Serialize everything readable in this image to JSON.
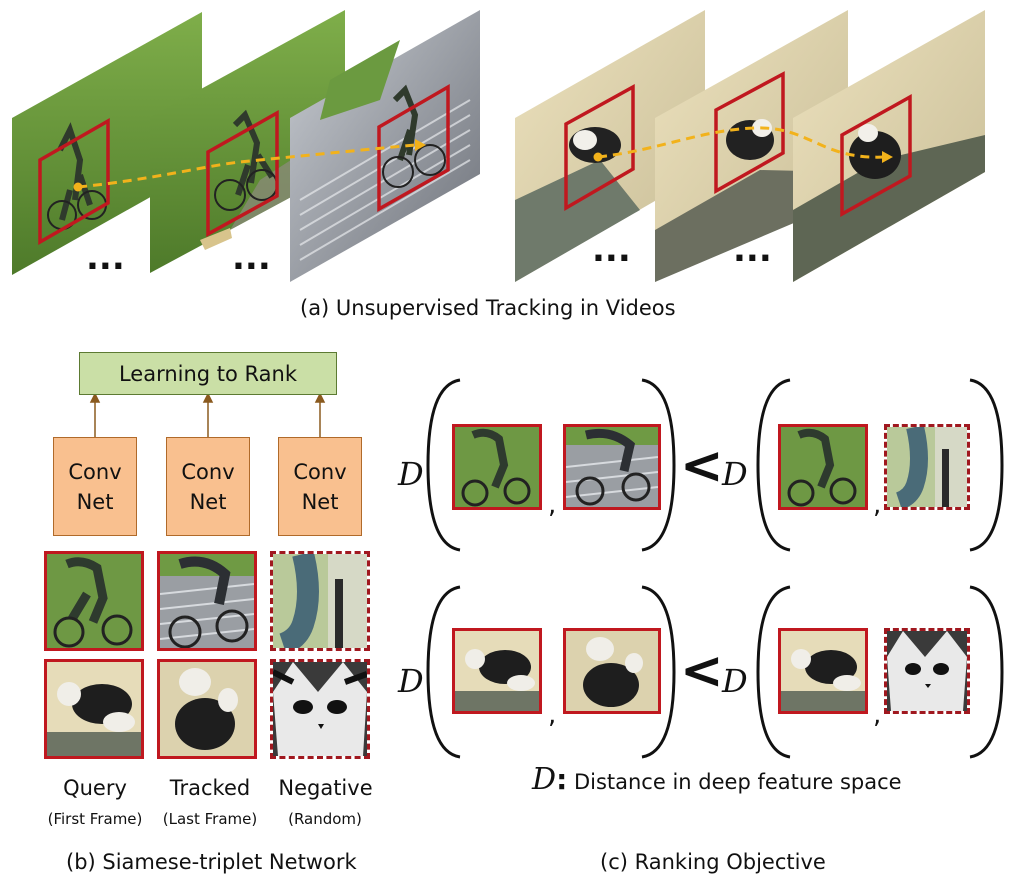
{
  "captions": {
    "a": "(a) Unsupervised Tracking in Videos",
    "b": "(b) Siamese-triplet Network",
    "c": "(c) Ranking Objective"
  },
  "ellipsis": "...",
  "network": {
    "learning_to_rank": "Learning to Rank",
    "convnet_line1": "Conv",
    "convnet_line2": "Net",
    "columns": [
      {
        "label": "Query",
        "sublabel": "(First Frame)"
      },
      {
        "label": "Tracked",
        "sublabel": "(Last Frame)"
      },
      {
        "label": "Negative",
        "sublabel": "(Random)"
      }
    ]
  },
  "objective": {
    "d_symbol": "D",
    "comma": ",",
    "less_than": "<",
    "legend_symbol": "D",
    "legend_colon": ":",
    "legend_text": "Distance in deep feature space"
  },
  "colors": {
    "box_red": "#c0181f",
    "track_dash": "#f2b21b",
    "convnet_fill": "#f9c08f",
    "rank_fill": "#cadfa6"
  }
}
